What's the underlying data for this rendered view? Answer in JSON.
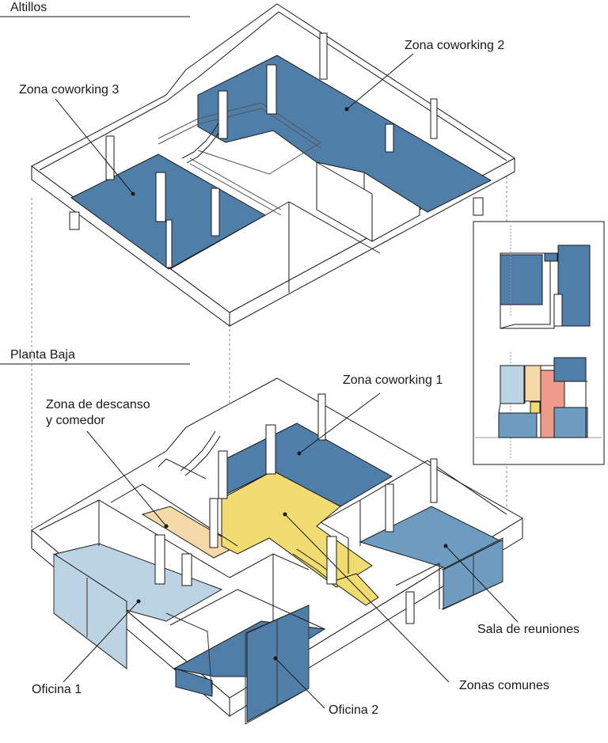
{
  "sections": {
    "upper_title": "Altillos",
    "lower_title": "Planta Baja"
  },
  "labels": {
    "coworking_2": "Zona coworking 2",
    "coworking_3": "Zona coworking 3",
    "coworking_1": "Zona coworking 1",
    "descanso": "Zona de descanso\ny comedor",
    "sala_reuniones": "Sala de reuniones",
    "zonas_comunes": "Zonas comunes",
    "oficina_1": "Oficina 1",
    "oficina_2": "Oficina 2"
  },
  "colors": {
    "coworking_blue": "#4f7fa8",
    "office_light_blue": "#bcd3e3",
    "meeting_blue": "#6e9cc0",
    "common_yellow": "#f1dc72",
    "rest_peach": "#f6d9a8",
    "meeting_salmon": "#ee9a8c",
    "line": "#1a1a1a"
  }
}
